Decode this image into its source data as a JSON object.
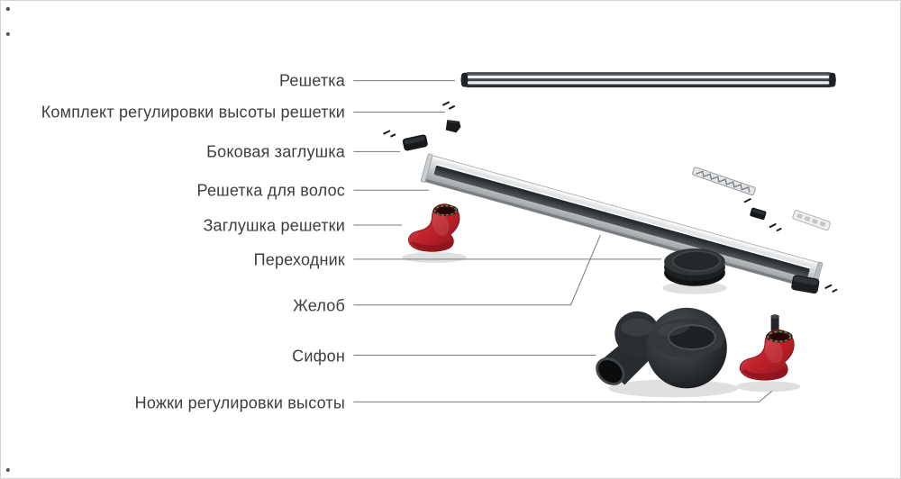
{
  "labels": [
    {
      "id": "grate",
      "text": "Решетка"
    },
    {
      "id": "height-adjustment-kit",
      "text": "Комплект регулировки высоты решетки"
    },
    {
      "id": "side-plug",
      "text": "Боковая заглушка"
    },
    {
      "id": "hair-grate",
      "text": "Решетка для волос"
    },
    {
      "id": "grate-plug",
      "text": "Заглушка решетки"
    },
    {
      "id": "adapter",
      "text": "Переходник"
    },
    {
      "id": "channel",
      "text": "Желоб"
    },
    {
      "id": "siphon",
      "text": "Сифон"
    },
    {
      "id": "feet",
      "text": "Ножки регулировки высоты"
    }
  ],
  "colors": {
    "background": "#ffffff",
    "border": "#d4d6d8",
    "label_text": "#3d3d3d",
    "leader_line": "#75787c",
    "part_red": "#c2242d",
    "green_dash": "#3fa155",
    "metal_light": "#d9dcdf",
    "part_dark": "#1b1e21"
  }
}
